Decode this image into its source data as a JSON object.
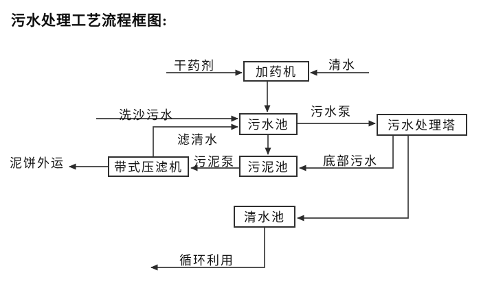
{
  "title": "污水处理工艺流程框图:",
  "colors": {
    "background": "#ffffff",
    "line": "#3a3a3a",
    "box_border": "#2f2f2f",
    "text": "#141414"
  },
  "diagram": {
    "type": "flowchart",
    "nodes": [
      {
        "id": "dosing-machine",
        "label": "加药机"
      },
      {
        "id": "sewage-pool",
        "label": "污水池"
      },
      {
        "id": "sewage-treatment-tower",
        "label": "污水处理塔"
      },
      {
        "id": "sludge-pool",
        "label": "污泥池"
      },
      {
        "id": "belt-filter-press",
        "label": "带式压滤机"
      },
      {
        "id": "clean-water-pool",
        "label": "清水池"
      }
    ],
    "edges": [
      {
        "from": null,
        "to": "dosing-machine",
        "label": "干药剂"
      },
      {
        "from": null,
        "to": "dosing-machine",
        "label": "清水"
      },
      {
        "from": "dosing-machine",
        "to": "sewage-pool",
        "label": ""
      },
      {
        "from": null,
        "to": "sewage-pool",
        "label": "洗沙污水"
      },
      {
        "from": "belt-filter-press",
        "to": "sewage-pool",
        "label": "滤清水"
      },
      {
        "from": "sewage-pool",
        "to": "sewage-treatment-tower",
        "label": "污水泵"
      },
      {
        "from": "sewage-pool",
        "to": "sludge-pool",
        "label": ""
      },
      {
        "from": "sewage-treatment-tower",
        "to": "sludge-pool",
        "label": "底部污水"
      },
      {
        "from": "sludge-pool",
        "to": "belt-filter-press",
        "label": "污泥泵"
      },
      {
        "from": "belt-filter-press",
        "to": null,
        "label": "泥饼外运"
      },
      {
        "from": "sewage-treatment-tower",
        "to": "clean-water-pool",
        "label": ""
      },
      {
        "from": "clean-water-pool",
        "to": null,
        "label": "循环利用"
      }
    ]
  }
}
